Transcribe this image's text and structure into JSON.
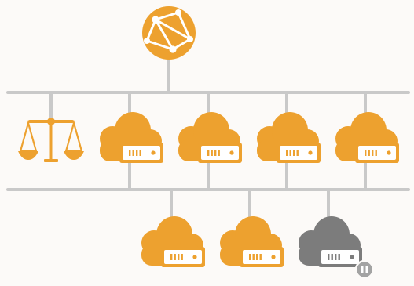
{
  "colors": {
    "background": "#fcfaf8",
    "bus_line": "#c9c9c9",
    "primary": "#eda12f",
    "paused": "#7c7c7c",
    "paused_badge": "#a3a3a3",
    "device_face": "#ffffff"
  },
  "diagram": {
    "hub": {
      "icon": "globe-network-icon"
    },
    "top_bus": {
      "nodes": [
        {
          "icon": "scale-icon",
          "kind": "load-balancer",
          "state": "active"
        },
        {
          "icon": "cloud-server-icon",
          "kind": "cloud-server",
          "state": "active"
        },
        {
          "icon": "cloud-server-icon",
          "kind": "cloud-server",
          "state": "active"
        },
        {
          "icon": "cloud-server-icon",
          "kind": "cloud-server",
          "state": "active"
        },
        {
          "icon": "cloud-server-icon",
          "kind": "cloud-server",
          "state": "active"
        }
      ]
    },
    "bottom_bus": {
      "nodes": [
        {
          "icon": "cloud-server-icon",
          "kind": "cloud-server",
          "state": "active"
        },
        {
          "icon": "cloud-server-icon",
          "kind": "cloud-server",
          "state": "active"
        },
        {
          "icon": "cloud-server-icon",
          "kind": "cloud-server",
          "state": "paused",
          "badge_icon": "pause-icon"
        }
      ]
    }
  }
}
